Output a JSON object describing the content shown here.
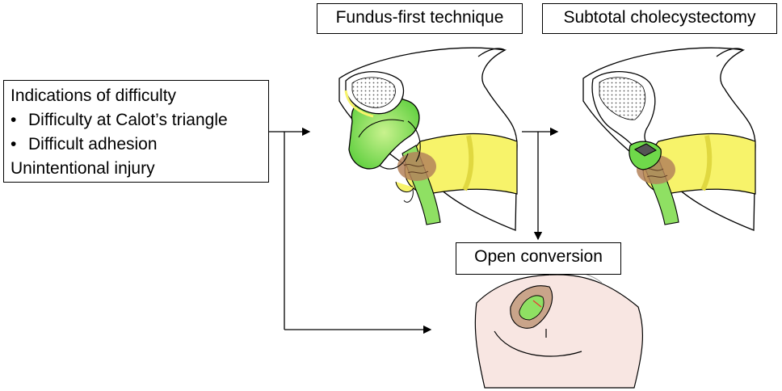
{
  "indications": {
    "title": "Indications of difficulty",
    "bullets": [
      "Difficulty at Calot’s triangle",
      "Difficult adhesion"
    ],
    "footer": "Unintentional injury"
  },
  "labels": {
    "fundus_first": "Fundus-first technique",
    "subtotal": "Subtotal cholecystectomy",
    "open_conversion": "Open conversion"
  },
  "bullet_glyph": "•",
  "colors": {
    "gallbladder_green": "#7ed957",
    "duct_yellow": "#f7f36a",
    "inflamed_brown": "#b4835a",
    "skin_pink": "#f8e6e2",
    "line": "#000000"
  }
}
